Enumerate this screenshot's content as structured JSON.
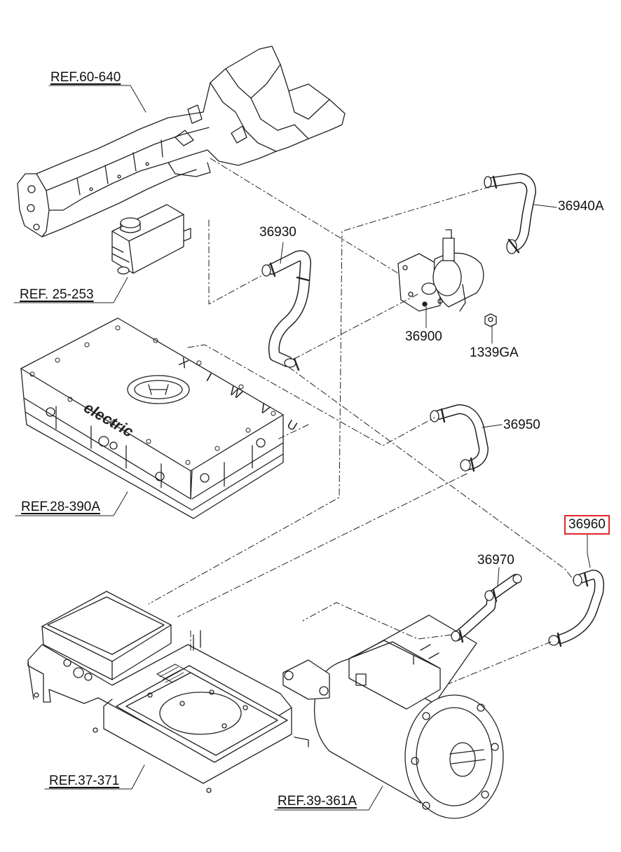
{
  "diagram": {
    "refs": {
      "frame": "REF.60-640",
      "reservoir": "REF. 25-253",
      "battery": "REF.28-390A",
      "inverter": "REF.37-371",
      "motor": "REF.39-361A"
    },
    "parts": {
      "hose_upper": "36940A",
      "hose_reservoir": "36930",
      "pump": "36900",
      "nut": "1339GA",
      "hose_mid": "36950",
      "hose_highlighted": "36960",
      "hose_motor": "36970"
    },
    "battery_logo_text": "electric",
    "battery_side_text": "X I W V U",
    "highlight_color": "#e0262c"
  }
}
